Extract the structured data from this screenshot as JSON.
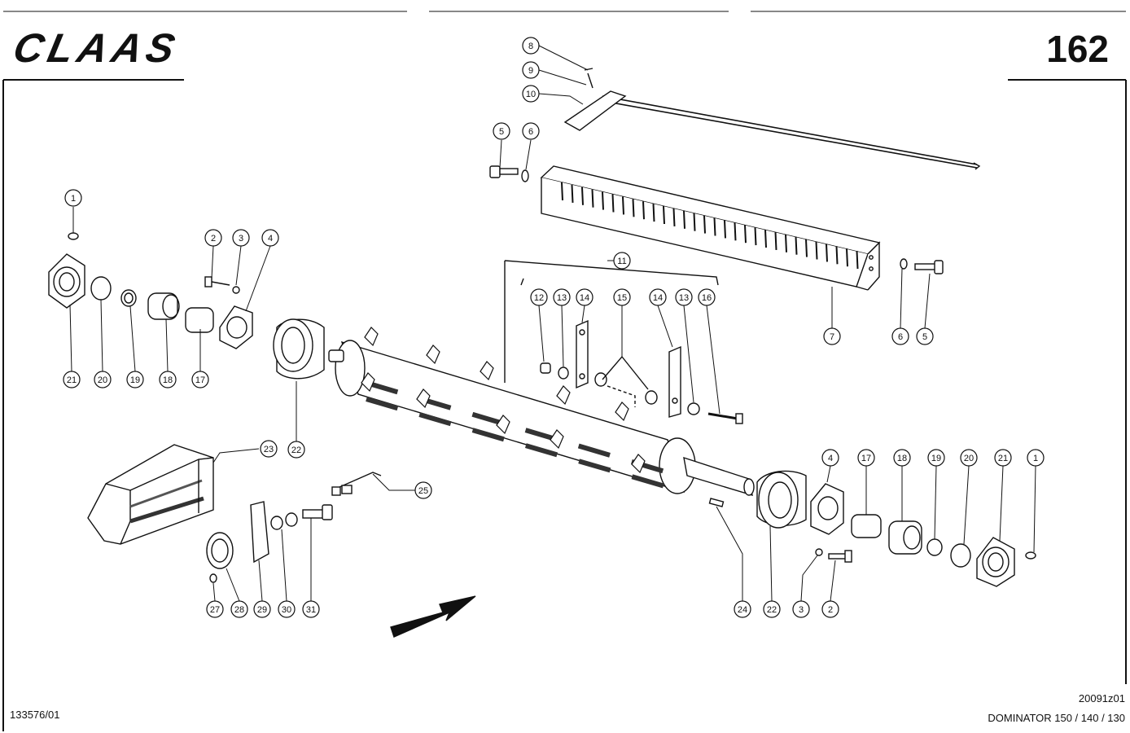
{
  "brand": "CLAAS",
  "page_number": "162",
  "drawing_code": "20091z01",
  "model": "DOMINATOR 150 / 140 / 130",
  "document_number": "133576/01",
  "callouts": [
    "1",
    "2",
    "3",
    "4",
    "5",
    "6",
    "7",
    "8",
    "9",
    "10",
    "11",
    "12",
    "13",
    "14",
    "15",
    "16",
    "17",
    "18",
    "19",
    "20",
    "21",
    "22",
    "23",
    "24",
    "25",
    "27",
    "28",
    "29",
    "30",
    "31"
  ]
}
